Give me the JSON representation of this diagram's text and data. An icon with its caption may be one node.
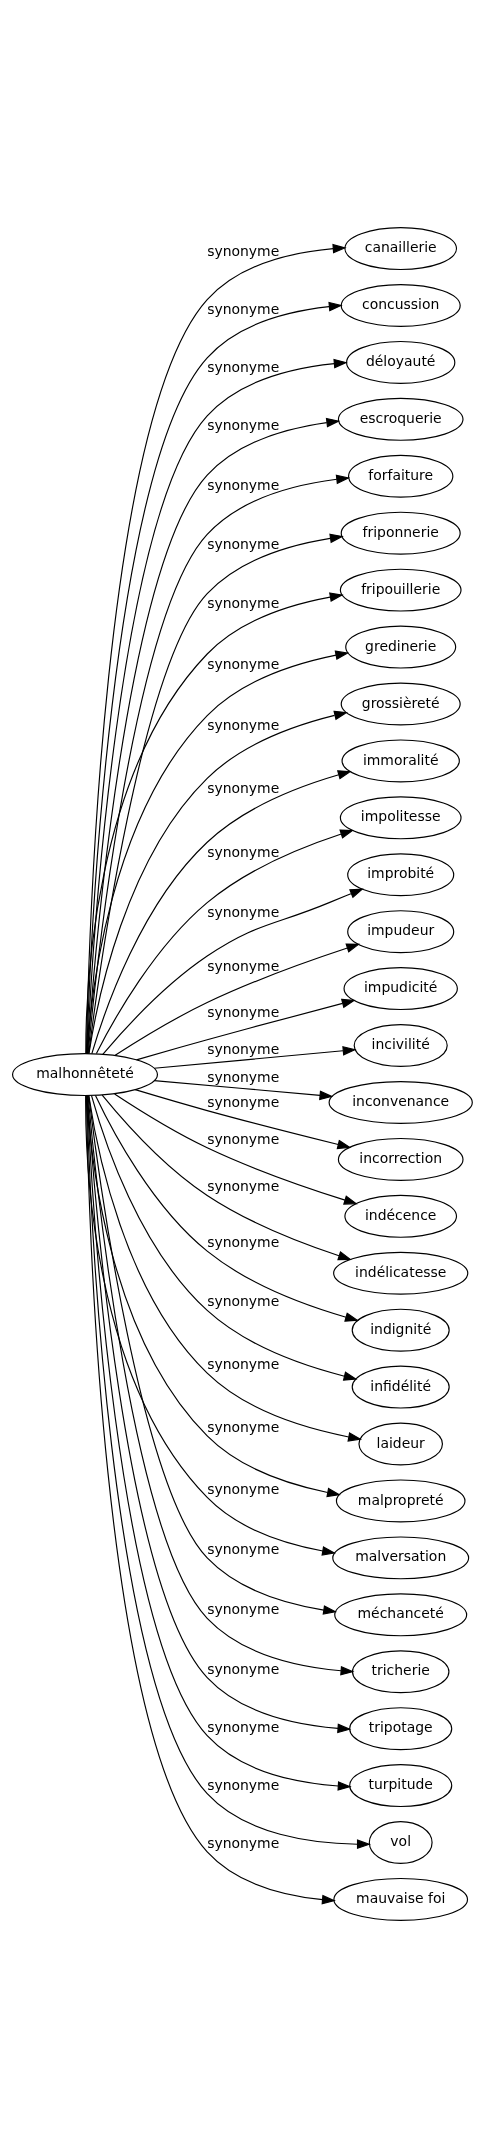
{
  "diagram": {
    "nodes": [
      {
        "text": [
          "malhonnêteté"
        ]
      },
      {
        "text": [
          "canaillerie"
        ]
      },
      {
        "text": [
          "concussion"
        ]
      },
      {
        "text": [
          "déloyauté"
        ]
      },
      {
        "text": [
          "escroquerie"
        ]
      },
      {
        "text": [
          "forfaiture"
        ]
      },
      {
        "text": [
          "friponnerie"
        ]
      },
      {
        "text": [
          "fripouillerie"
        ]
      },
      {
        "text": [
          "gredinerie"
        ]
      },
      {
        "text": [
          "grossièreté"
        ]
      },
      {
        "text": [
          "immoralité"
        ]
      },
      {
        "text": [
          "impolitesse"
        ]
      },
      {
        "text": [
          "improbité"
        ]
      },
      {
        "text": [
          "impudeur"
        ]
      },
      {
        "text": [
          "impudicité"
        ]
      },
      {
        "text": [
          "incivilité"
        ]
      },
      {
        "text": [
          "inconvenance"
        ]
      },
      {
        "text": [
          "incorrection"
        ]
      },
      {
        "text": [
          "indécence"
        ]
      },
      {
        "text": [
          "indélicatesse"
        ]
      },
      {
        "text": [
          "indignité"
        ]
      },
      {
        "text": [
          "infidélité"
        ]
      },
      {
        "text": [
          "laideur"
        ]
      },
      {
        "text": [
          "malpropreté"
        ]
      },
      {
        "text": [
          "malversation"
        ]
      },
      {
        "text": [
          "méchanceté"
        ]
      },
      {
        "text": [
          "tricherie"
        ]
      },
      {
        "text": [
          "tripotage"
        ]
      },
      {
        "text": [
          "turpitude"
        ]
      },
      {
        "text": [
          "vol"
        ]
      },
      {
        "text": [
          "mauvaise foi"
        ]
      }
    ],
    "edges": [
      {
        "from": 0,
        "to": 1,
        "arrow": "to",
        "label": "synonyme"
      },
      {
        "from": 0,
        "to": 2,
        "arrow": "to",
        "label": "synonyme"
      },
      {
        "from": 0,
        "to": 3,
        "arrow": "to",
        "label": "synonyme"
      },
      {
        "from": 0,
        "to": 4,
        "arrow": "to",
        "label": "synonyme"
      },
      {
        "from": 0,
        "to": 5,
        "arrow": "to",
        "label": "synonyme"
      },
      {
        "from": 0,
        "to": 6,
        "arrow": "to",
        "label": "synonyme"
      },
      {
        "from": 0,
        "to": 7,
        "arrow": "to",
        "label": "synonyme"
      },
      {
        "from": 0,
        "to": 8,
        "arrow": "to",
        "label": "synonyme"
      },
      {
        "from": 0,
        "to": 9,
        "arrow": "to",
        "label": "synonyme"
      },
      {
        "from": 0,
        "to": 10,
        "arrow": "to",
        "label": "synonyme"
      },
      {
        "from": 0,
        "to": 11,
        "arrow": "to",
        "label": "synonyme"
      },
      {
        "from": 0,
        "to": 12,
        "arrow": "to",
        "label": "synonyme"
      },
      {
        "from": 0,
        "to": 13,
        "arrow": "to",
        "label": "synonyme"
      },
      {
        "from": 0,
        "to": 14,
        "arrow": "to",
        "label": "synonyme"
      },
      {
        "from": 0,
        "to": 15,
        "arrow": "to",
        "label": "synonyme"
      },
      {
        "from": 0,
        "to": 16,
        "arrow": "to",
        "label": "synonyme"
      },
      {
        "from": 0,
        "to": 17,
        "arrow": "to",
        "label": "synonyme"
      },
      {
        "from": 0,
        "to": 18,
        "arrow": "to",
        "label": "synonyme"
      },
      {
        "from": 0,
        "to": 19,
        "arrow": "to",
        "label": "synonyme"
      },
      {
        "from": 0,
        "to": 20,
        "arrow": "to",
        "label": "synonyme"
      },
      {
        "from": 0,
        "to": 21,
        "arrow": "to",
        "label": "synonyme"
      },
      {
        "from": 0,
        "to": 22,
        "arrow": "to",
        "label": "synonyme"
      },
      {
        "from": 0,
        "to": 23,
        "arrow": "to",
        "label": "synonyme"
      },
      {
        "from": 0,
        "to": 24,
        "arrow": "to",
        "label": "synonyme"
      },
      {
        "from": 0,
        "to": 25,
        "arrow": "to",
        "label": "synonyme"
      },
      {
        "from": 0,
        "to": 26,
        "arrow": "to",
        "label": "synonyme"
      },
      {
        "from": 0,
        "to": 27,
        "arrow": "to",
        "label": "synonyme"
      },
      {
        "from": 0,
        "to": 28,
        "arrow": "to",
        "label": "synonyme"
      },
      {
        "from": 0,
        "to": 29,
        "arrow": "to",
        "label": "synonyme"
      },
      {
        "from": 0,
        "to": 30,
        "arrow": "to",
        "label": "synonyme"
      }
    ]
  }
}
